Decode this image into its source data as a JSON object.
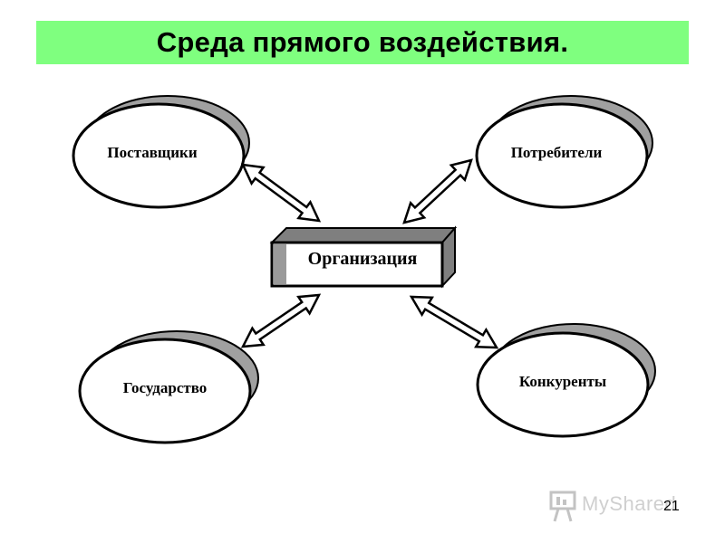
{
  "title": "Среда прямого воздействия.",
  "nodes": {
    "suppliers": "Поставщики",
    "consumers": "Потребители",
    "organization": "Организация",
    "state": "Государство",
    "competitors": "Конкуренты"
  },
  "slide_number": "21",
  "watermark": "MyShared",
  "colors": {
    "title_bg": "#7fff7f",
    "ring_shadow": "#a0a0a0",
    "box_side": "#7f7f7f"
  }
}
